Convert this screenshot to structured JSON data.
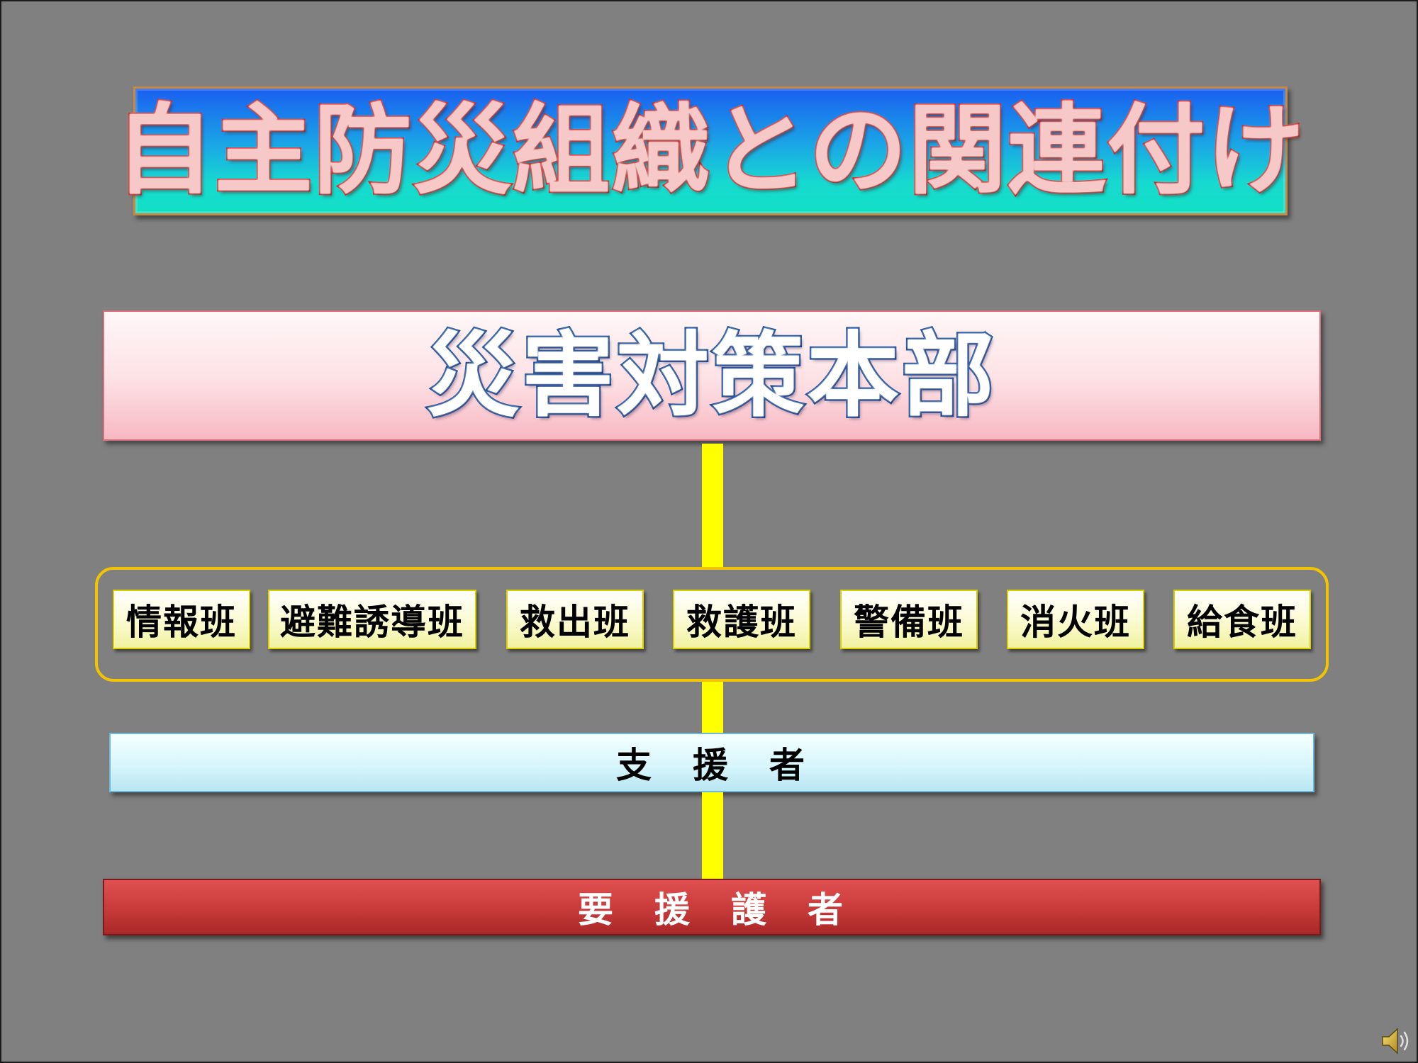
{
  "title": "自主防災組織との関連付け",
  "headquarters": "災害対策本部",
  "teams": [
    "情報班",
    "避難誘導班",
    "救出班",
    "救護班",
    "警備班",
    "消火班",
    "給食班"
  ],
  "supporters": "支　援　者",
  "persons_requiring_assistance": "要　援　護　者",
  "icons": {
    "speaker": "speaker-icon"
  },
  "colors": {
    "background": "#808080",
    "connector": "#ffff00",
    "group_border": "#f2c300",
    "title_text_outline": "#d41f1f",
    "headquarters_text_outline": "#1f4f93",
    "care_bar": "#c83a3a"
  }
}
